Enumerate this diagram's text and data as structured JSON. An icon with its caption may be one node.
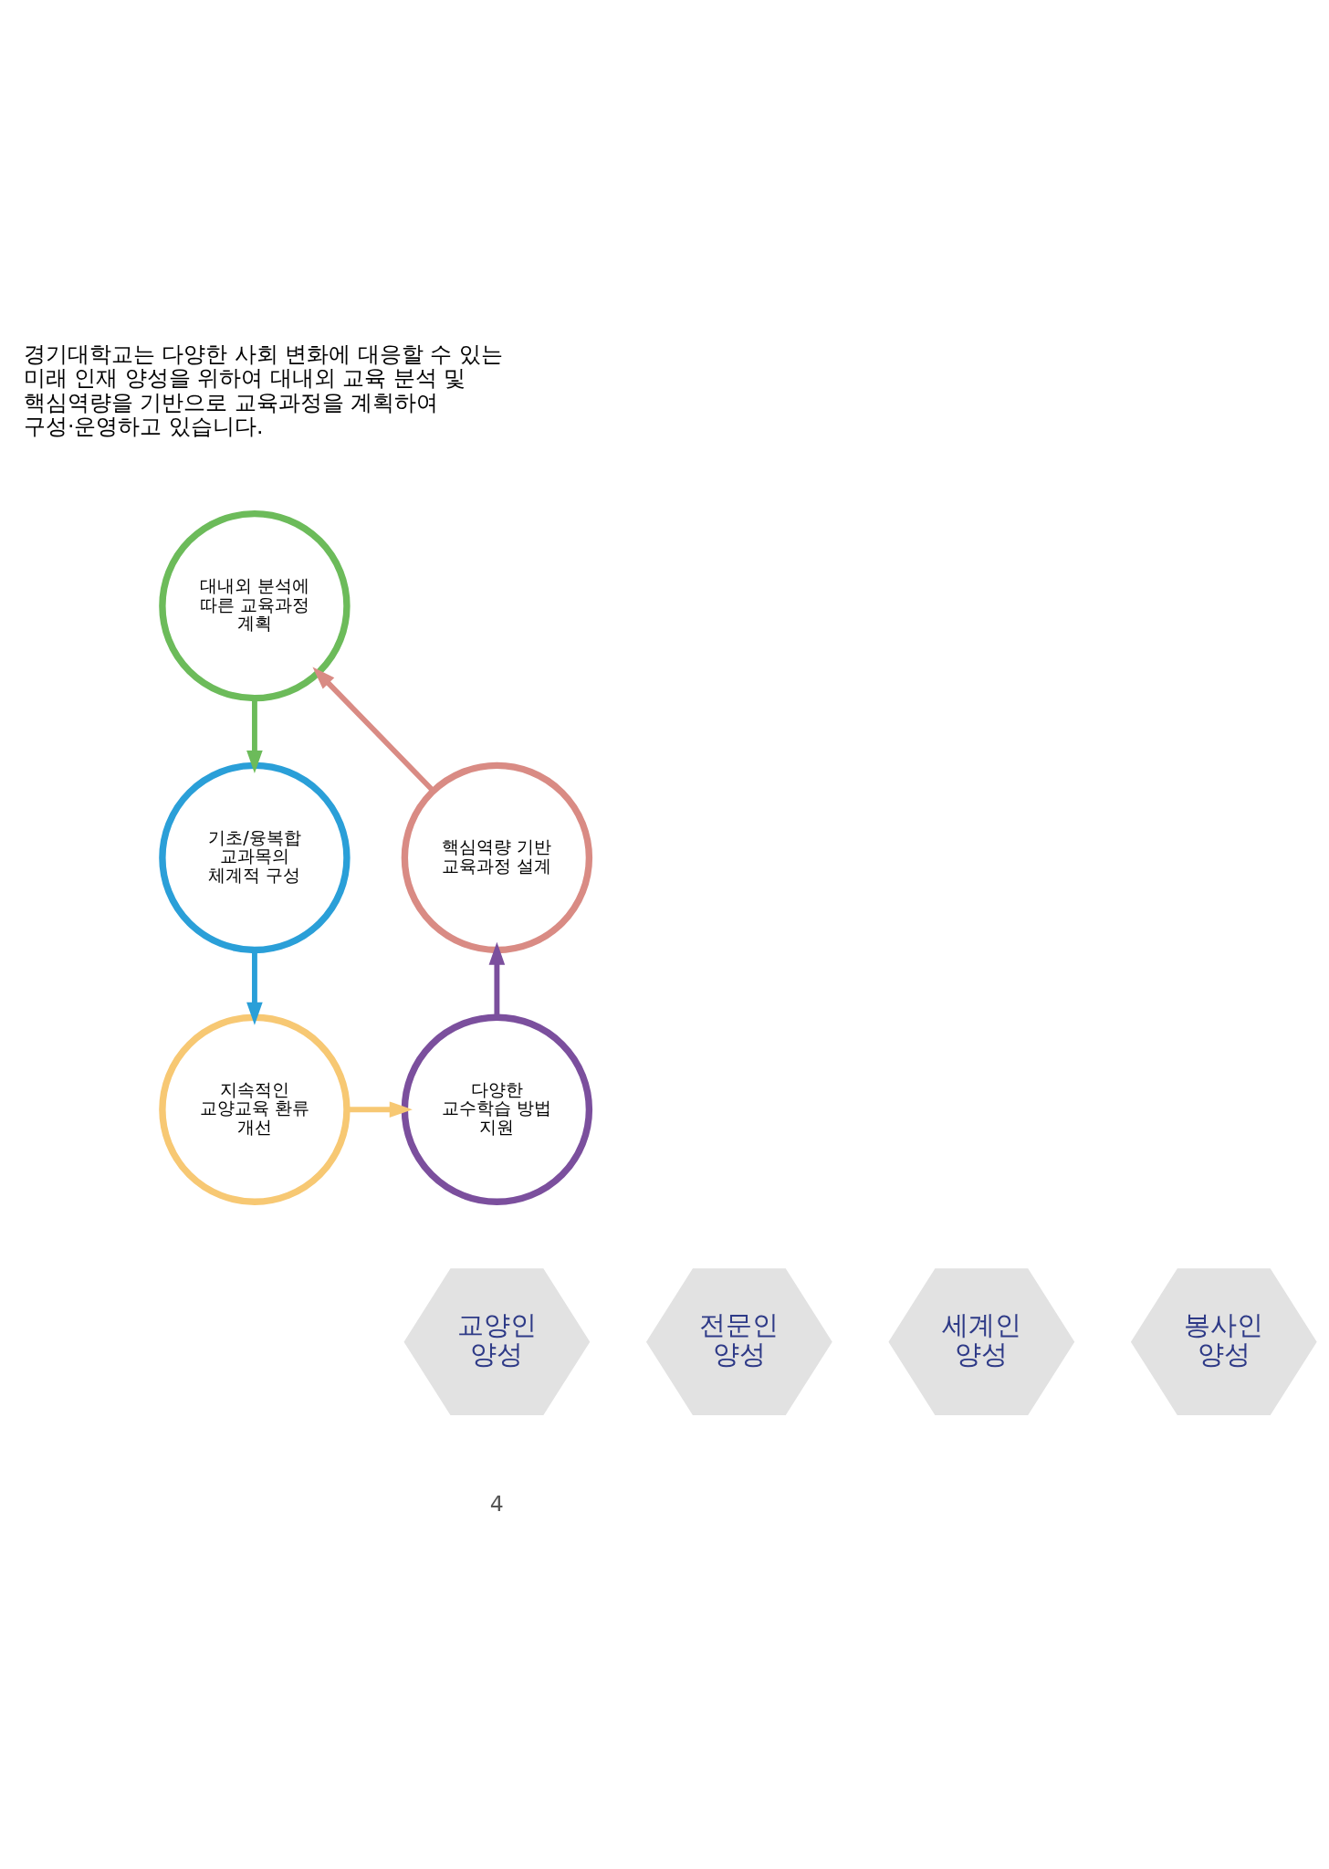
{
  "diagram": {
    "nodes": [
      {
        "text": [
          "대내외 분석에 따른 교육과정 계획"
        ]
      },
      {
        "text": [
          "기초/융복합 교과목의 체계적 구성"
        ]
      },
      {
        "text": [
          "지속적인 교양교육 환류 개선"
        ]
      },
      {
        "text": [
          "다양한 교수학습 방법 지원"
        ]
      },
      {
        "text": [
          "핵심역량 기반 교육과정 설계"
        ]
      },
      {
        "text": [
          "교양인 양성"
        ]
      },
      {
        "text": [
          "전문인 양성"
        ]
      },
      {
        "text": [
          "세계인 양성"
        ]
      },
      {
        "text": [
          "봉사인 양성"
        ]
      }
    ],
    "edges": [
      {
        "from": 0,
        "to": 1,
        "arrow": "to",
        "color": "#6cbb5a"
      },
      {
        "from": 1,
        "to": 2,
        "arrow": "to",
        "color": "#2a9fd8"
      },
      {
        "from": 2,
        "to": 3,
        "arrow": "to",
        "color": "#f7c873"
      },
      {
        "from": 3,
        "to": 4,
        "arrow": "to",
        "color": "#7b4f9d"
      },
      {
        "from": 4,
        "to": 0,
        "arrow": "to",
        "color": "#d98b84"
      }
    ],
    "labels": [
      "경기대학교는 다양한 사회 변화에 대응할 수 있는 미래 인재 양성을 위하여 대내외 교육 분석 및 핵심역량을 기반으로 교육과정을 계획하여 구성·운영하고 있습니다.",
      "4"
    ]
  }
}
